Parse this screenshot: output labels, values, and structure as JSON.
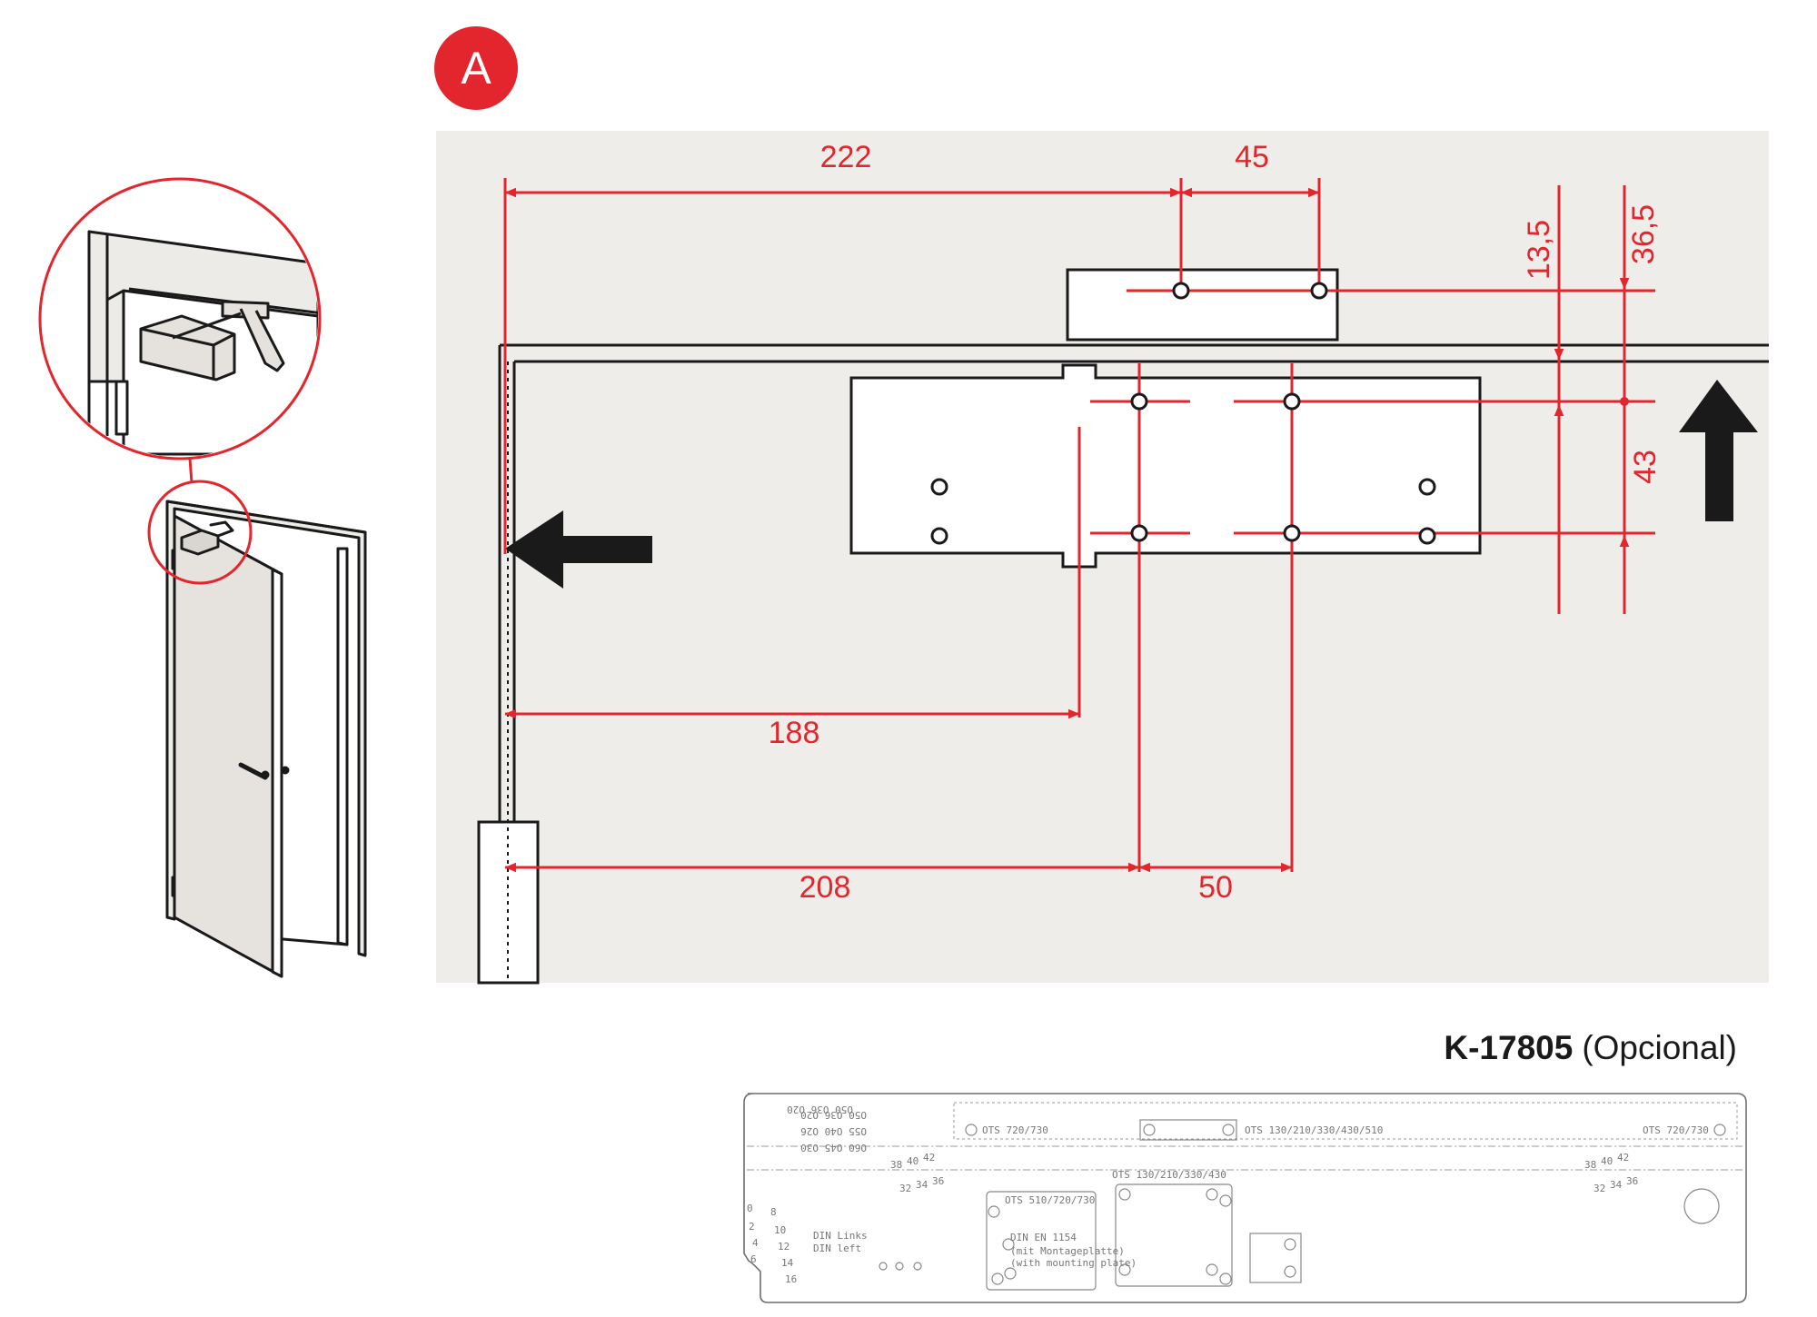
{
  "badge": {
    "label": "A",
    "color": "#e3262d"
  },
  "colors": {
    "accent": "#e3262d",
    "panel": "#efedea",
    "ink": "#1a1a1a"
  },
  "dimensions": {
    "d222": "222",
    "d45": "45",
    "d13_5": "13,5",
    "d36_5": "36,5",
    "d43": "43",
    "d188": "188",
    "d208": "208",
    "d50": "50"
  },
  "accessory": {
    "code": "K-17805",
    "note": "(Opcional)"
  },
  "plate_labels": {
    "ots_720_730_left": "OTS  720/730",
    "ots_130_510": "OTS  130/210/330/430/510",
    "ots_720_730_right": "OTS  720/730",
    "ots_130_430": "OTS  130/210/330/430",
    "ots_510_720_730": "OTS  510/720/730",
    "din_links": "DIN  Links",
    "din_left": "DIN  left",
    "din_en_1154": "DIN  EN  1154",
    "mit_montageplatte": "(mit  Montageplatte)",
    "with_mounting_plate": "(with  mounting  plate)",
    "row1": "O50 O36 O20",
    "row2": "O55 O40 O26",
    "row3": "O60 O45 O30",
    "n38l": "38",
    "n40l": "40",
    "n42l": "42",
    "n32l": "32",
    "n34l": "34",
    "n36l": "36",
    "n38r": "38",
    "n40r": "40",
    "n42r": "42",
    "n32r": "32",
    "n34r": "34",
    "n36r": "36",
    "e8": "8",
    "e10": "10",
    "e12": "12",
    "e14": "14",
    "e16": "16",
    "s0": "0",
    "s2": "2",
    "s4": "4",
    "s6": "6"
  }
}
